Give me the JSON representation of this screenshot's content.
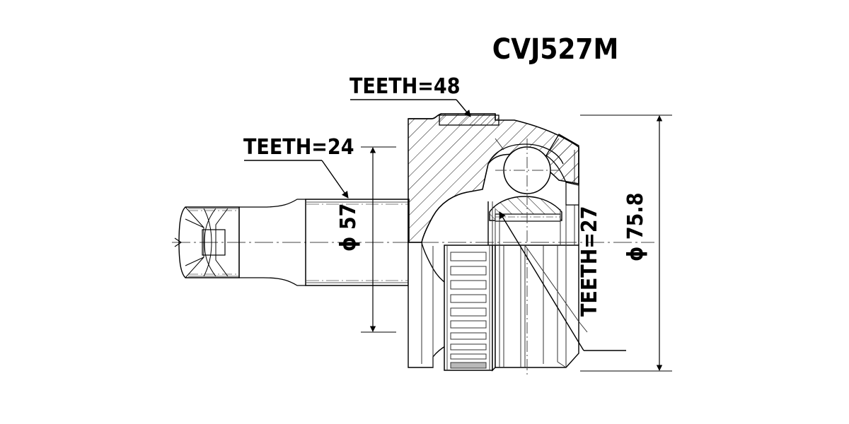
{
  "drawing": {
    "title": "CVJ527M",
    "background_color": "#ffffff",
    "line_color": "#000000",
    "thin_line_color": "#3a3a3a",
    "labels": {
      "teeth_outer": "TEETH=48",
      "teeth_shaft": "TEETH=24",
      "teeth_inner": "TEETH=27",
      "diameter_shaft": "ϕ 57",
      "diameter_outer": "ϕ 75.8"
    },
    "view": "cross-section side view of constant velocity joint with splined stub shaft, ball cage, outer race and ABS tone ring"
  }
}
